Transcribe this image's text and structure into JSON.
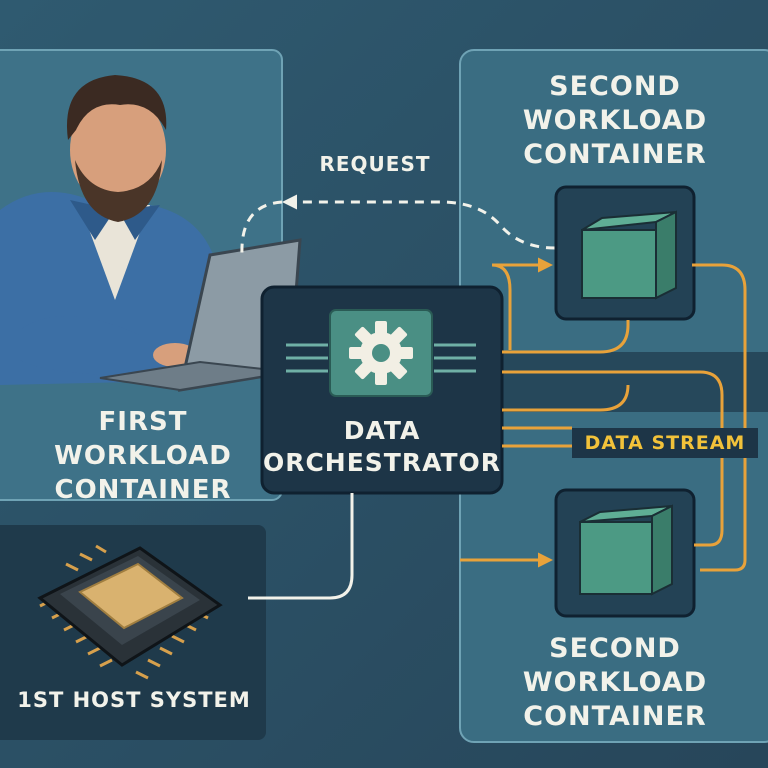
{
  "request_label": "REQUEST",
  "first_container": {
    "line1": "FIRST",
    "line2": "WORKLOAD",
    "line3": "CONTAINER"
  },
  "orchestrator": {
    "line1": "DATA",
    "line2": "ORCHESTRATOR",
    "icon": "gear-icon"
  },
  "second_container_top": {
    "line1": "SECOND",
    "line2": "WORKLOAD",
    "line3": "CONTAINER",
    "icon": "cube-icon"
  },
  "second_container_bottom": {
    "line1": "SECOND",
    "line2": "WORKLOAD",
    "line3": "CONTAINER",
    "icon": "cube-icon"
  },
  "host_system": {
    "label": "1ST HOST SYSTEM",
    "icon": "cpu-chip-icon"
  },
  "data_stream_label": "DATA STREAM",
  "colors": {
    "background": "#2c4b60",
    "panel": "#3a6d82",
    "dark_panel": "#1d3547",
    "accent_orange": "#e8a23a",
    "cube_green": "#4c9a84",
    "text": "#f2f2ea"
  }
}
